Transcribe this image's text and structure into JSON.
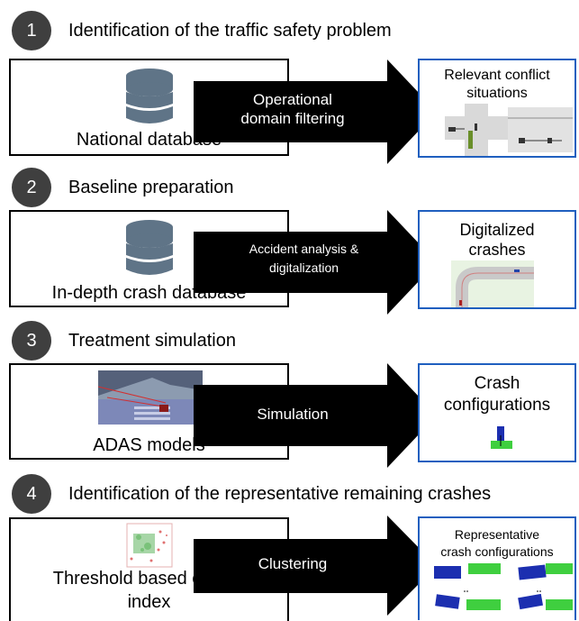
{
  "steps": [
    {
      "number": "1",
      "title": "Identification of the traffic safety problem",
      "left_label": "National database",
      "left_icon": "database-icon",
      "arrow_label_1": "Operational",
      "arrow_label_2": "domain filtering",
      "right_title_1": "Relevant conflict",
      "right_title_2": "situations"
    },
    {
      "number": "2",
      "title": "Baseline preparation",
      "left_label": "In-depth crash database",
      "left_icon": "database-icon",
      "arrow_label_1": "Accident analysis &",
      "arrow_label_2": "digitalization",
      "right_title_1": "Digitalized",
      "right_title_2": "crashes"
    },
    {
      "number": "3",
      "title": "Treatment simulation",
      "left_label": "ADAS models",
      "left_icon": "simulation-scene-image",
      "arrow_label_1": "Simulation",
      "right_title_1": "Crash",
      "right_title_2": "configurations"
    },
    {
      "number": "4",
      "title": "Identification of the representative remaining crashes",
      "left_label_1": "Threshold based cluster",
      "left_label_2": "index",
      "left_icon": "cluster-plot-image",
      "arrow_label_1": "Clustering",
      "right_title_1": "Representative",
      "right_title_2": "crash configurations"
    }
  ],
  "colors": {
    "step_circle": "#3f3f3f",
    "right_box_border": "#1f5fbf",
    "database": "#5f7487",
    "arrow": "#000000"
  }
}
